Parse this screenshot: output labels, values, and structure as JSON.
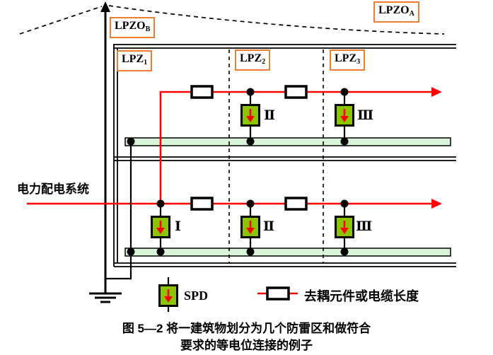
{
  "colors": {
    "power_line_red": "#ff0000",
    "zone_box_orange": "#ed7d31",
    "spd_green": "#8cc500",
    "bonding_bar_green": "#d9f4d9",
    "line_black": "#000000"
  },
  "zones": {
    "lpz0b": {
      "text": "LPZO",
      "sub": "B"
    },
    "lpz0a": {
      "text": "LPZO",
      "sub": "A"
    },
    "lpz1": {
      "text": "LPZ",
      "sub": "1"
    },
    "lpz2": {
      "text": "LPZ",
      "sub": "2"
    },
    "lpz3": {
      "text": "LPZ",
      "sub": "3"
    }
  },
  "system_label": "电力配电系统",
  "spd_units": {
    "upper_ii": "Ⅱ",
    "upper_iii": "Ⅲ",
    "lower_i": "Ⅰ",
    "lower_ii": "Ⅱ",
    "lower_iii": "Ⅲ"
  },
  "legend": {
    "spd_label": "SPD",
    "decoupler_label": "去耦元件或电缆长度"
  },
  "caption": {
    "line1": "图 5—2 将一建筑物划分为几个防雷区和做符合",
    "line2": "要求的等电位连接的例子"
  }
}
